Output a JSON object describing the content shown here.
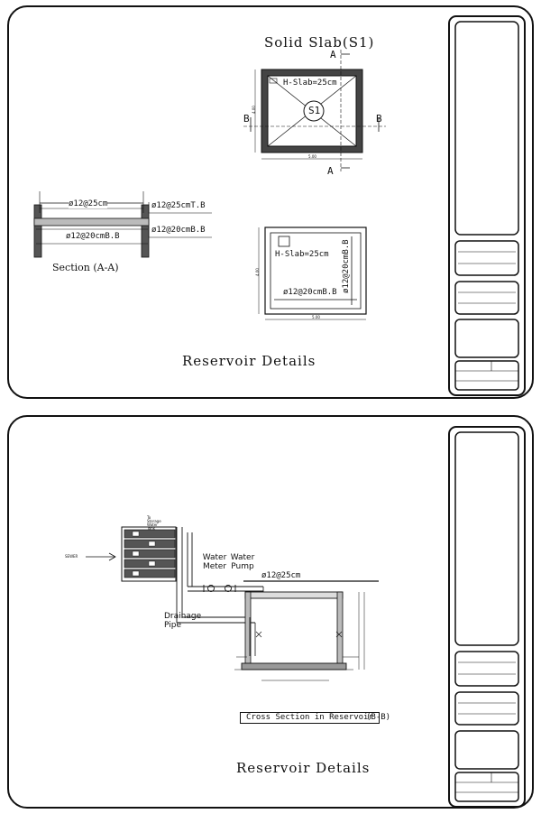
{
  "sheet1": {
    "slab_title": "Solid Slab(S1)",
    "section_marker_a": "A",
    "section_marker_b": "B",
    "slab_mark": "S1",
    "h_slab_top": "H-Slab=25cm",
    "dim_top": "5.00",
    "dim_side": "4.00",
    "h_slab_bottom": "H-Slab=25cm",
    "bottom_bars_vertical": "ø12@20cmB.B",
    "bottom_bars_horizontal": "ø12@20cmB.B",
    "section_top_bars": "ø12@25cm",
    "section_top_callout": "ø12@25cmT.B",
    "section_bottom_bars": "ø12@20cmB.B",
    "section_bottom_callout": "ø12@20cmB.B",
    "section_title": "Section (A-A)",
    "sheet_title": "Reservoir Details"
  },
  "sheet2": {
    "inlet_label": "SEWER",
    "storage_label": "To Storage Water Tank",
    "water_meter": "Water Meter",
    "water_pump": "Water Pump",
    "slab_bars": "ø12@25cm",
    "drainage_pipe": "Drainage Pipe",
    "section_title": "Cross Section in Reservoir",
    "section_ref": "(B-B)",
    "sheet_title": "Reservoir Details"
  }
}
